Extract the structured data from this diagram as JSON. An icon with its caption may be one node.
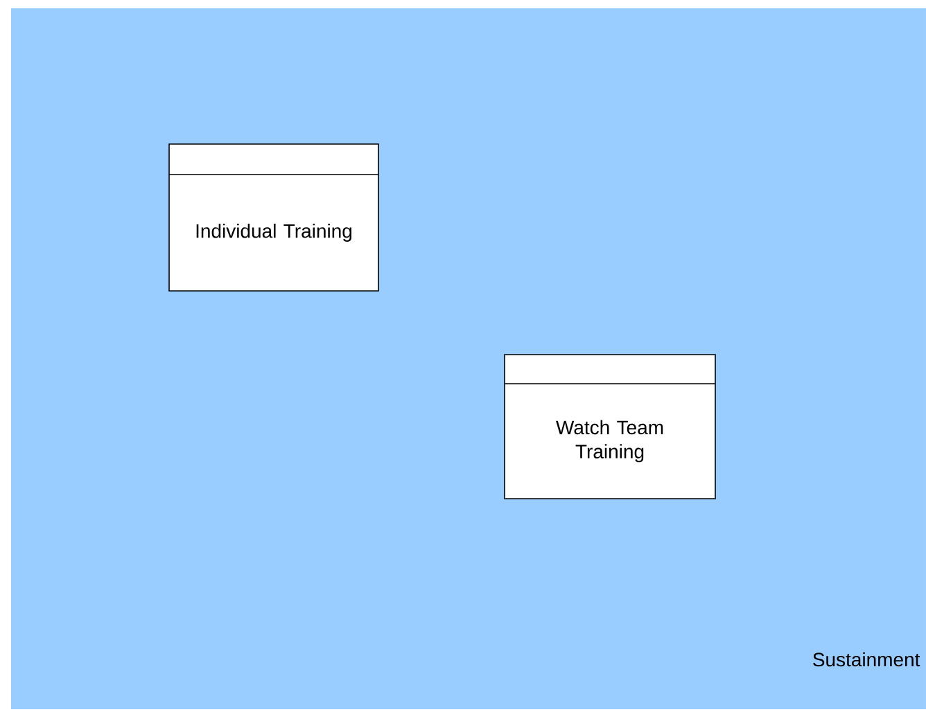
{
  "diagram": {
    "nodes": [
      {
        "text": [
          "Individual Training"
        ]
      },
      {
        "text": [
          "Watch Team Training"
        ]
      }
    ],
    "labels": [
      "Sustainment"
    ]
  }
}
